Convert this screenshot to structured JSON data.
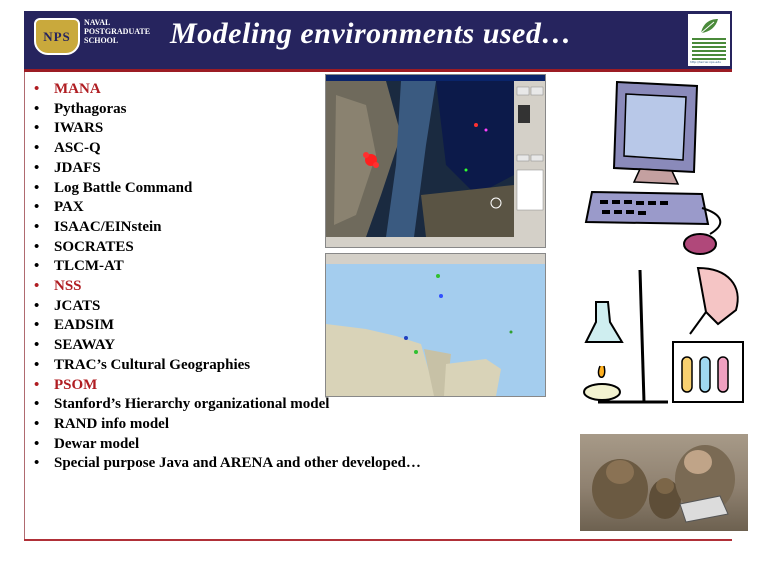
{
  "header": {
    "logo_text": "NPS",
    "school_lines": [
      "NAVAL",
      "POSTGRADUATE",
      "SCHOOL"
    ],
    "title": "Modeling environments used…",
    "cccp_url": "http://terrier.nps.edu"
  },
  "bullet_glyph": "•",
  "items": [
    {
      "text": "MANA",
      "highlight": true
    },
    {
      "text": "Pythagoras",
      "highlight": false
    },
    {
      "text": "IWARS",
      "highlight": false
    },
    {
      "text": "ASC-Q",
      "highlight": false
    },
    {
      "text": "JDAFS",
      "highlight": false
    },
    {
      "text": "Log Battle Command",
      "highlight": false
    },
    {
      "text": "PAX",
      "highlight": false
    },
    {
      "text": "ISAAC/EINstein",
      "highlight": false
    },
    {
      "text": "SOCRATES",
      "highlight": false
    },
    {
      "text": "TLCM-AT",
      "highlight": false
    },
    {
      "text": "NSS",
      "highlight": true
    },
    {
      "text": "JCATS",
      "highlight": false
    },
    {
      "text": "EADSIM",
      "highlight": false
    },
    {
      "text": "SEAWAY",
      "highlight": false
    },
    {
      "text": "TRAC’s Cultural Geographies",
      "highlight": false
    },
    {
      "text": "PSOM",
      "highlight": true
    },
    {
      "text": "Stanford’s Hierarchy organizational model",
      "highlight": false
    },
    {
      "text": "RAND info model",
      "highlight": false
    },
    {
      "text": "Dewar model",
      "highlight": false
    },
    {
      "text": "Special purpose Java and ARENA and other developed…",
      "highlight": false
    }
  ],
  "colors": {
    "header_bg": "#26245e",
    "accent_red": "#b01d22",
    "text": "#000000"
  },
  "images": {
    "map1_icon": "satellite-map-screenshot",
    "map2_icon": "harbor-map-screenshot",
    "computer_icon": "computer-clipart-icon",
    "lab_icon": "laboratory-clipart-icon",
    "photo_icon": "baboons-laptop-photo"
  }
}
